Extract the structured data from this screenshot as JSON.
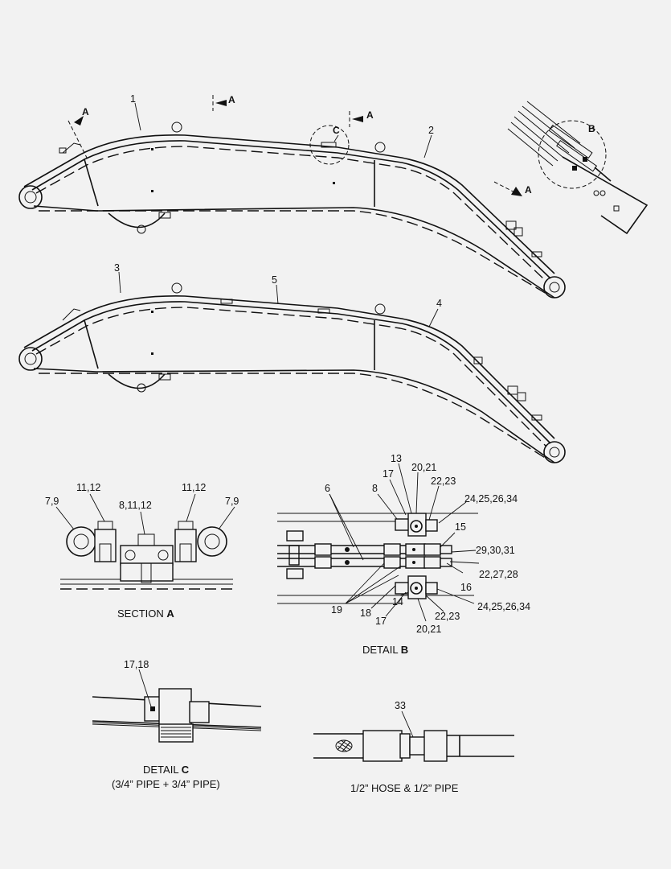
{
  "callouts": {
    "boom1": {
      "p1": "1",
      "p2": "2",
      "sec_a1": "A",
      "sec_a2": "A",
      "sec_a3": "A",
      "sec_a4": "A",
      "detail_c": "C",
      "detail_b": "B"
    },
    "boom2": {
      "p3": "3",
      "p4": "4",
      "p5": "5"
    },
    "section_a": {
      "left_outer": "7,9",
      "left_clamp": "11,12",
      "center": "8,11,12",
      "right_clamp": "11,12",
      "right_outer": "7,9"
    },
    "detail_b": {
      "c13": "13",
      "c17_top": "17",
      "c20_21_top": "20,21",
      "c8": "8",
      "c22_23_top": "22,23",
      "c6": "6",
      "c24_top": "24,25,26,34",
      "c15": "15",
      "c29": "29,30,31",
      "c22_27_28": "22,27,28",
      "c16": "16",
      "c19": "19",
      "c24_bot": "24,25,26,34",
      "c18": "18",
      "c17_bot": "17",
      "c14": "14",
      "c22_23_bot": "22,23",
      "c20_21_bot": "20,21"
    },
    "detail_c": {
      "c17_18": "17,18"
    },
    "hose": {
      "c33": "33"
    }
  },
  "captions": {
    "section_a": {
      "prefix": "SECTION",
      "letter": "A"
    },
    "detail_b": {
      "prefix": "DETAIL",
      "letter": "B"
    },
    "detail_c": {
      "prefix": "DETAIL",
      "letter": "C",
      "sub": "(3/4” PIPE + 3/4” PIPE)"
    },
    "hose": {
      "text": "1/2” HOSE & 1/2” PIPE"
    }
  }
}
